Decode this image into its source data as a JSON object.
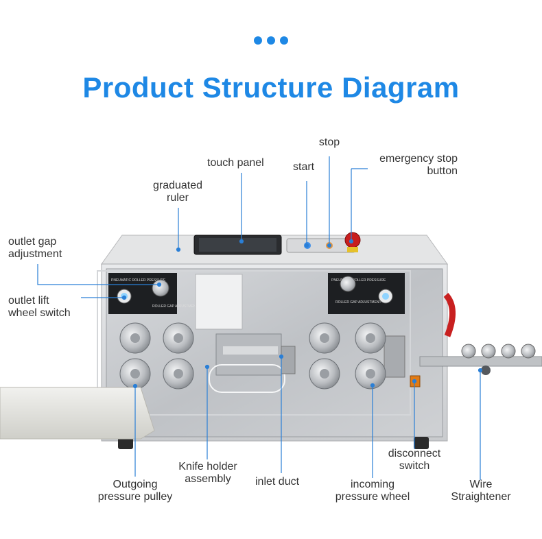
{
  "header": {
    "title": "Product Structure Diagram"
  },
  "colors": {
    "accent": "#1e88e5",
    "leader": "#2a7fd6",
    "label": "#333333"
  },
  "labels": {
    "stop": "stop",
    "touch_panel": "touch panel",
    "start": "start",
    "emergency_stop_l1": "emergency stop",
    "emergency_stop_l2": "button",
    "graduated_ruler_l1": "graduated",
    "graduated_ruler_l2": "ruler",
    "outlet_gap_l1": "outlet gap",
    "outlet_gap_l2": "adjustment",
    "outlet_lift_l1": "outlet lift",
    "outlet_lift_l2": "wheel switch",
    "knife_holder_l1": "Knife holder",
    "knife_holder_l2": "assembly",
    "inlet_duct": "inlet duct",
    "disconnect_l1": "disconnect",
    "disconnect_l2": "switch",
    "outgoing_l1": "Outgoing",
    "outgoing_l2": "pressure pulley",
    "incoming_l1": "incoming",
    "incoming_l2": "pressure wheel",
    "wire_l1": "Wire",
    "wire_l2": "Straightener"
  },
  "panel": {
    "left_plate": "PNEUMATIC ROLLER PRESSURE",
    "left_plate_sub": "ROLLER GAP ADJUSTMENT",
    "right_plate": "PNEUMATIC ROLLER PRESSURE",
    "right_plate_sub": "ROLLER GAP ADJUSTMENT"
  }
}
